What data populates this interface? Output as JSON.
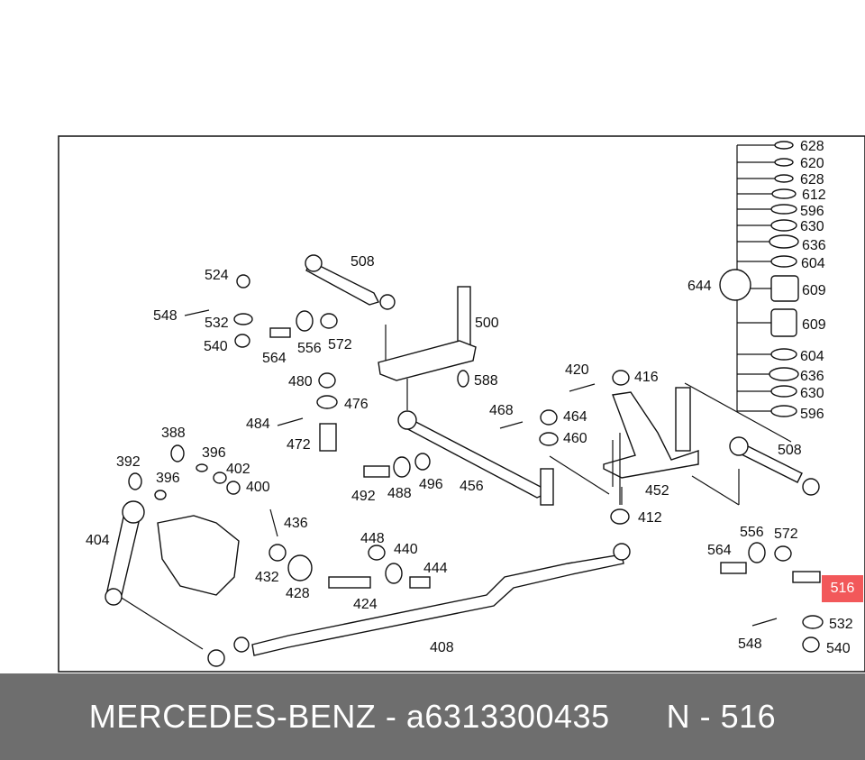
{
  "footer": {
    "brand": "MERCEDES-BENZ",
    "separator": "-",
    "part_number": "a6313300435",
    "position_label": "N - 516"
  },
  "highlight": {
    "label": "516",
    "color": "#f2585a"
  },
  "callouts": [
    "628",
    "620",
    "628",
    "612",
    "596",
    "630",
    "636",
    "604",
    "609",
    "609",
    "604",
    "636",
    "630",
    "596",
    "644",
    "524",
    "508",
    "548",
    "532",
    "540",
    "564",
    "556",
    "572",
    "500",
    "588",
    "480",
    "476",
    "484",
    "472",
    "420",
    "416",
    "468",
    "464",
    "460",
    "508",
    "388",
    "396",
    "392",
    "396",
    "402",
    "400",
    "492",
    "488",
    "496",
    "456",
    "452",
    "412",
    "404",
    "436",
    "432",
    "428",
    "448",
    "440",
    "444",
    "424",
    "408",
    "564",
    "556",
    "572",
    "516",
    "532",
    "548",
    "540"
  ]
}
